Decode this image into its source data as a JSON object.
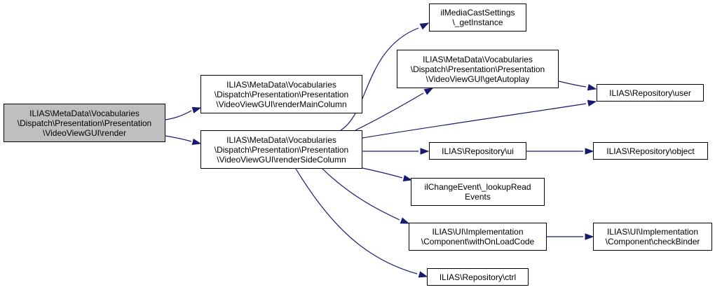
{
  "graph": {
    "line_color": "#191970",
    "root_fill": "#bfbfbf",
    "nodes": [
      {
        "id": "n0",
        "root": true,
        "lines": [
          "ILIAS\\MetaData\\Vocabularies",
          "\\Dispatch\\Presentation\\Presentation",
          "\\VideoViewGUI\\render"
        ]
      },
      {
        "id": "n1",
        "lines": [
          "ILIAS\\MetaData\\Vocabularies",
          "\\Dispatch\\Presentation\\Presentation",
          "\\VideoViewGUI\\renderMainColumn"
        ]
      },
      {
        "id": "n2",
        "lines": [
          "ILIAS\\MetaData\\Vocabularies",
          "\\Dispatch\\Presentation\\Presentation",
          "\\VideoViewGUI\\renderSideColumn"
        ]
      },
      {
        "id": "n3",
        "lines": [
          "ilMediaCastSettings",
          "\\_getInstance"
        ]
      },
      {
        "id": "n4",
        "lines": [
          "ILIAS\\MetaData\\Vocabularies",
          "\\Dispatch\\Presentation\\Presentation",
          "\\VideoViewGUI\\getAutoplay"
        ]
      },
      {
        "id": "n5",
        "lines": [
          "ILIAS\\Repository\\ui"
        ]
      },
      {
        "id": "n6",
        "lines": [
          "ilChangeEvent\\_lookupRead",
          "Events"
        ]
      },
      {
        "id": "n7",
        "lines": [
          "ILIAS\\UI\\Implementation",
          "\\Component\\withOnLoadCode"
        ]
      },
      {
        "id": "n8",
        "lines": [
          "ILIAS\\Repository\\ctrl"
        ]
      },
      {
        "id": "n9",
        "lines": [
          "ILIAS\\Repository\\user"
        ]
      },
      {
        "id": "n10",
        "lines": [
          "ILIAS\\Repository\\object"
        ]
      },
      {
        "id": "n11",
        "lines": [
          "ILIAS\\UI\\Implementation",
          "\\Component\\checkBinder"
        ]
      }
    ]
  }
}
